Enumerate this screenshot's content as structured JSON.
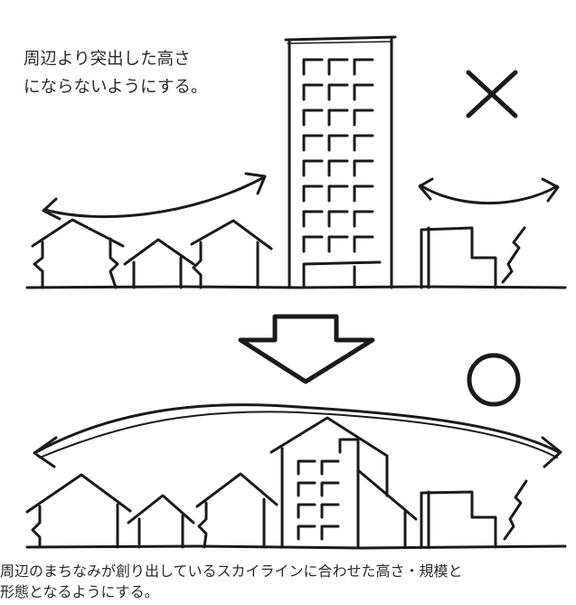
{
  "captions": {
    "top_line1": "周辺より突出した高さ",
    "top_line2": "にならないようにする。",
    "bottom_line1": "周辺のまちなみが創り出しているスカイラインに合わせた高さ・規模と",
    "bottom_line2": "形態となるようにする。"
  },
  "marks": {
    "bad": "×",
    "good": "○"
  },
  "colors": {
    "ink": "#1a1a1a",
    "paper": "#ffffff"
  }
}
